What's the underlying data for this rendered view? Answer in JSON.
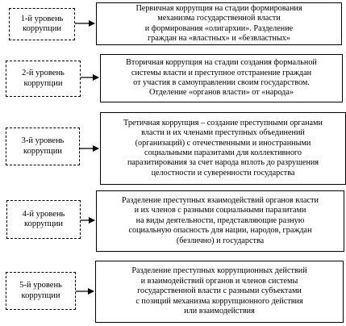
{
  "rows": [
    {
      "level": "1-й уровень\nкоррупции",
      "description": "Первичная коррупция на стадии формирования\nмеханизма государственной власти\nи формирования «олигархии». Разделение\nграждан на «властных» и «безвластных»"
    },
    {
      "level": "2-й уровень\nкоррупции",
      "description": "Вторичная коррупция на стадии создания формальной\nсистемы власти и преступное  отстранение граждан\nот участия в самоуправлении своим государством.\nОтделение «органов власти» от «народа»"
    },
    {
      "level": "3-й уровень\nкоррупции",
      "description": "Третичная коррупция – создание преступными органами\nвласти и их членами преступных объединений\n(организаций) с отечественными и иностранными\nсоциальными паразитами для коллективного\nпаразитирования за счет народа вплоть до разрушения\nцелостности и суверенности государства"
    },
    {
      "level": "4-й уровень\nкоррупции",
      "description": "Разделение преступных взаимодействий органов власти\nи их членов с разными социальными паразитами\nна виды деятельности, представляющие разную\nсоциальную опасность для нации, народов, граждан\n(безлично) и государства"
    },
    {
      "level": "5-й уровень\nкоррупции",
      "description": "Разделение преступных коррупционных действий\nи взаимодействий органов и членов системы\nгосударственной власти с разными субъектами\nс позиций механизма коррупционного действия\nили взаимодействия"
    }
  ]
}
